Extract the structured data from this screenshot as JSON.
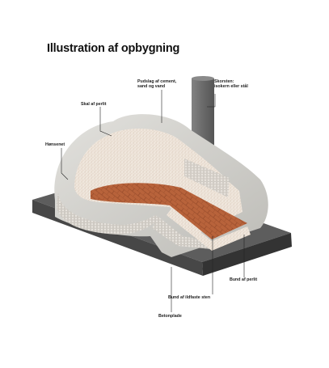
{
  "title": "Illustration af opbygning",
  "labels": {
    "pudslag": [
      "Pudslag af cement,",
      "sand og vand"
    ],
    "skorsten": [
      "Skorsten:",
      "isokern eller stål"
    ],
    "skal": "Skal af perlit",
    "honsenet": "Hønsenet",
    "bund_perlit": "Bund af perlit",
    "bund_sten": "Bund af ildfaste sten",
    "betonplade": "Betonplade"
  },
  "colors": {
    "background": "#ffffff",
    "concrete_slab_top": "#5e5e5e",
    "concrete_slab_side": "#3f3f3f",
    "render_plaster": "#d2d1cd",
    "perlite": "#efe7df",
    "firebrick": "#b9643c",
    "chimney": "#6d6d6d",
    "leader_line": "#222222"
  }
}
